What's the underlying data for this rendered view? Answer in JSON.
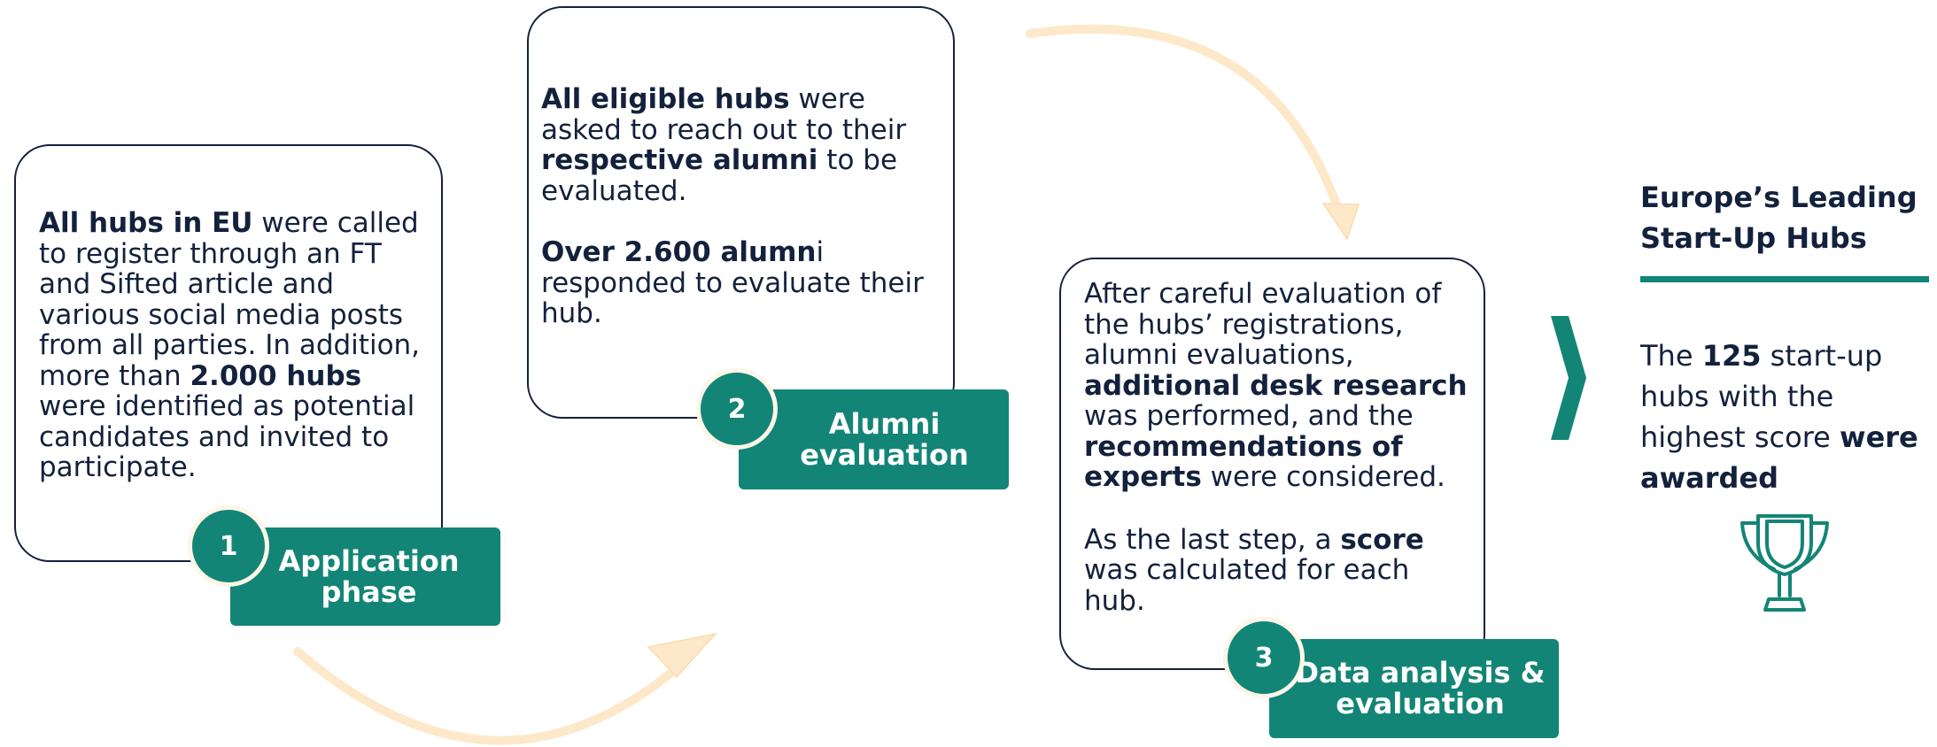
{
  "colors": {
    "teal": "#138576",
    "navy": "#13213c",
    "arrow": "#fde9c9",
    "circle_ring": "#fdf6e7"
  },
  "steps": [
    {
      "number": "1",
      "label_line1": "Application",
      "label_line2": "phase",
      "text": [
        {
          "b": "All hubs in EU"
        },
        {
          "t": " were called to register through an FT and Sifted article and various social media posts from all parties. In addition,  more than "
        },
        {
          "b": "2.000 hubs"
        },
        {
          "t": " were identified as potential candidates and invited to participate."
        }
      ]
    },
    {
      "number": "2",
      "label_line1": "Alumni",
      "label_line2": "evaluation",
      "text": [
        {
          "b": "All eligible hubs"
        },
        {
          "t": " were asked to reach out to their "
        },
        {
          "b": "respective alumni"
        },
        {
          "t": " to be evaluated."
        }
      ],
      "text2": [
        {
          "b": "Over 2.600 alumn"
        },
        {
          "t": "i responded to evaluate their hub."
        }
      ]
    },
    {
      "number": "3",
      "label_line1": "Data analysis &",
      "label_line2": "evaluation",
      "text": [
        {
          "t": "After careful evaluation of the hubs’ registrations, alumni evaluations, "
        },
        {
          "b": "additional desk research"
        },
        {
          "t": " was performed, and the "
        },
        {
          "b": "recommendations of experts"
        },
        {
          "t": " were considered."
        }
      ],
      "text2": [
        {
          "t": "As the last step, a "
        },
        {
          "b": "score"
        },
        {
          "t": " was calculated for each hub."
        }
      ]
    }
  ],
  "result": {
    "title_line1": "Europe’s Leading",
    "title_line2": "Start-Up Hubs",
    "text": [
      {
        "t": "The "
      },
      {
        "b": "125"
      },
      {
        "t": " start-up hubs with the highest score "
      },
      {
        "b": "were awarded"
      }
    ]
  },
  "icons": {
    "chevron": "chevron-right-icon",
    "trophy": "trophy-icon"
  }
}
